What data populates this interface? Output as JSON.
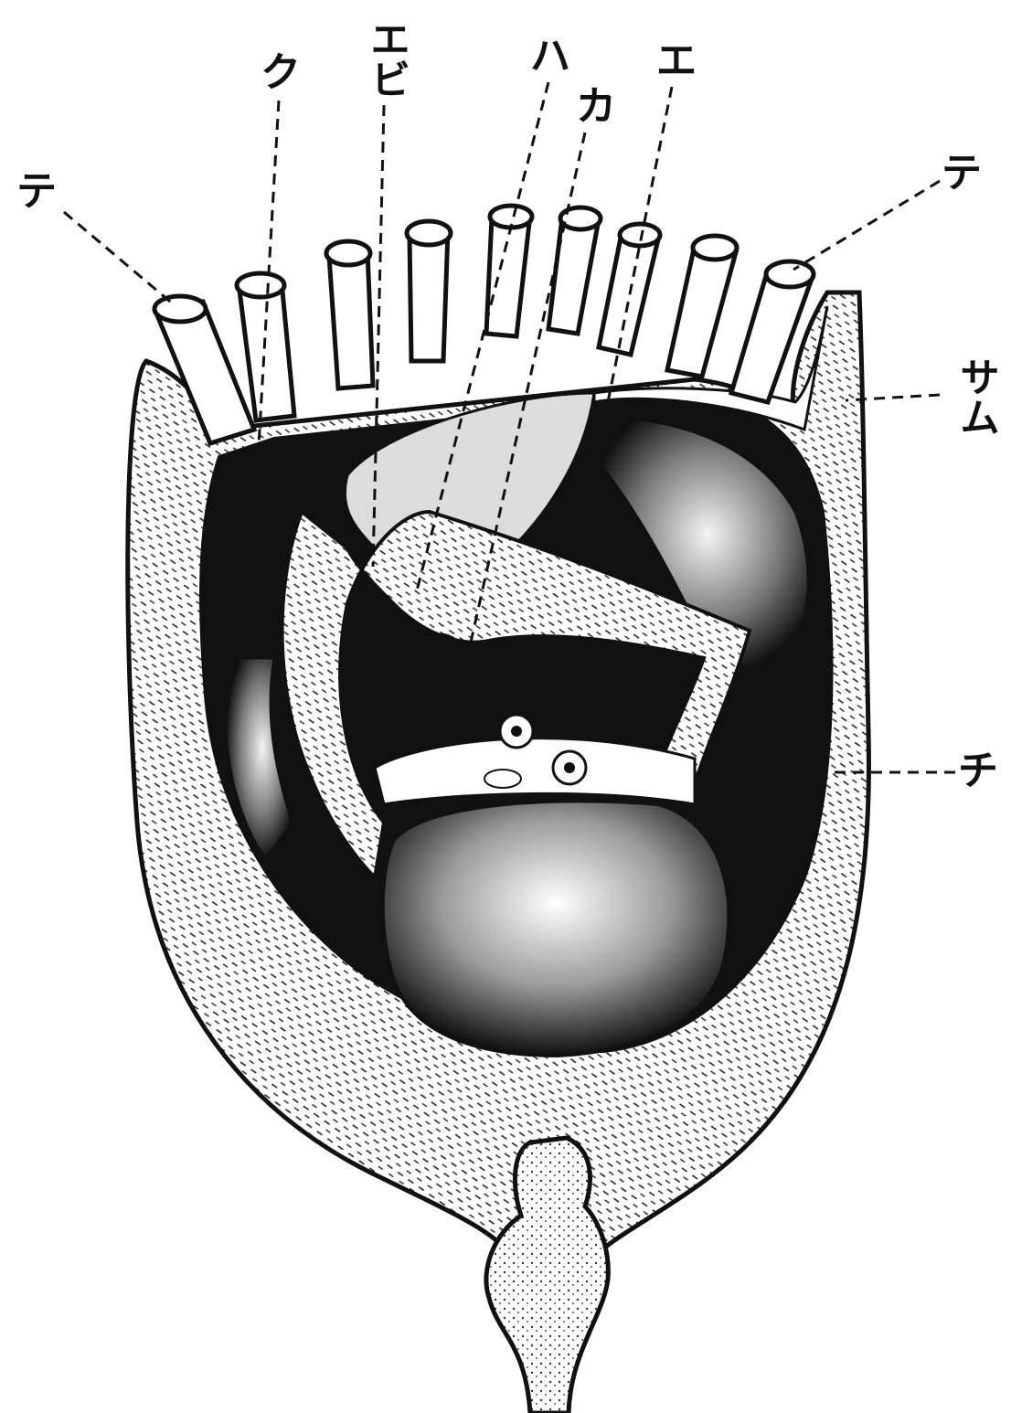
{
  "labels": {
    "te_left": "テ",
    "ku": "ク",
    "ebi": "エビ",
    "ha": "ハ",
    "ka": "カ",
    "e": "エ",
    "te_right": "テ",
    "samu": "サム",
    "chi": "チ"
  },
  "colors": {
    "ink": "#111111",
    "paper": "#ffffff",
    "stipple": "#e4e4e4",
    "shade": "#9a9a9a"
  }
}
